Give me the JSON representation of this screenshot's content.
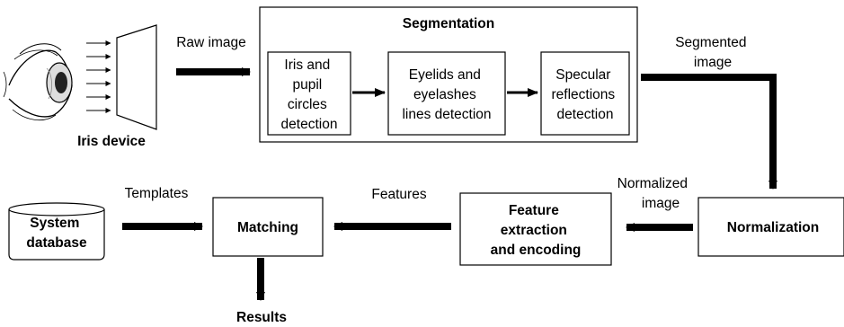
{
  "labels": {
    "raw_image": "Raw image",
    "segmentation_title": "Segmentation",
    "iris_pupil": [
      "Iris and",
      "pupil",
      "circles",
      "detection"
    ],
    "eyelids": [
      "Eyelids and",
      "eyelashes",
      "lines detection"
    ],
    "specular": [
      "Specular",
      "reflections",
      "detection"
    ],
    "segmented_image": [
      "Segmented",
      "image"
    ],
    "iris_device": "Iris device",
    "normalized_image": [
      "Normalized",
      "image"
    ],
    "normalization": "Normalization",
    "features": "Features",
    "feature_extraction": [
      "Feature",
      "extraction",
      "and encoding"
    ],
    "matching": "Matching",
    "templates": "Templates",
    "system_database": [
      "System",
      "database"
    ],
    "results": "Results"
  }
}
